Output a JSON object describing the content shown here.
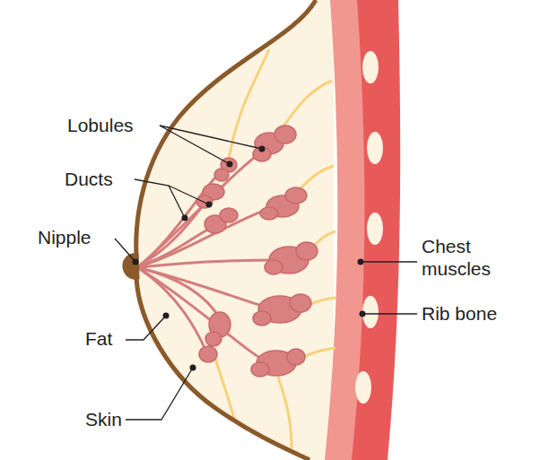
{
  "diagram": {
    "labels": [
      "Lobules",
      "Ducts",
      "Nipple",
      "Fat",
      "Skin",
      "Chest muscles",
      "Rib bone"
    ]
  }
}
